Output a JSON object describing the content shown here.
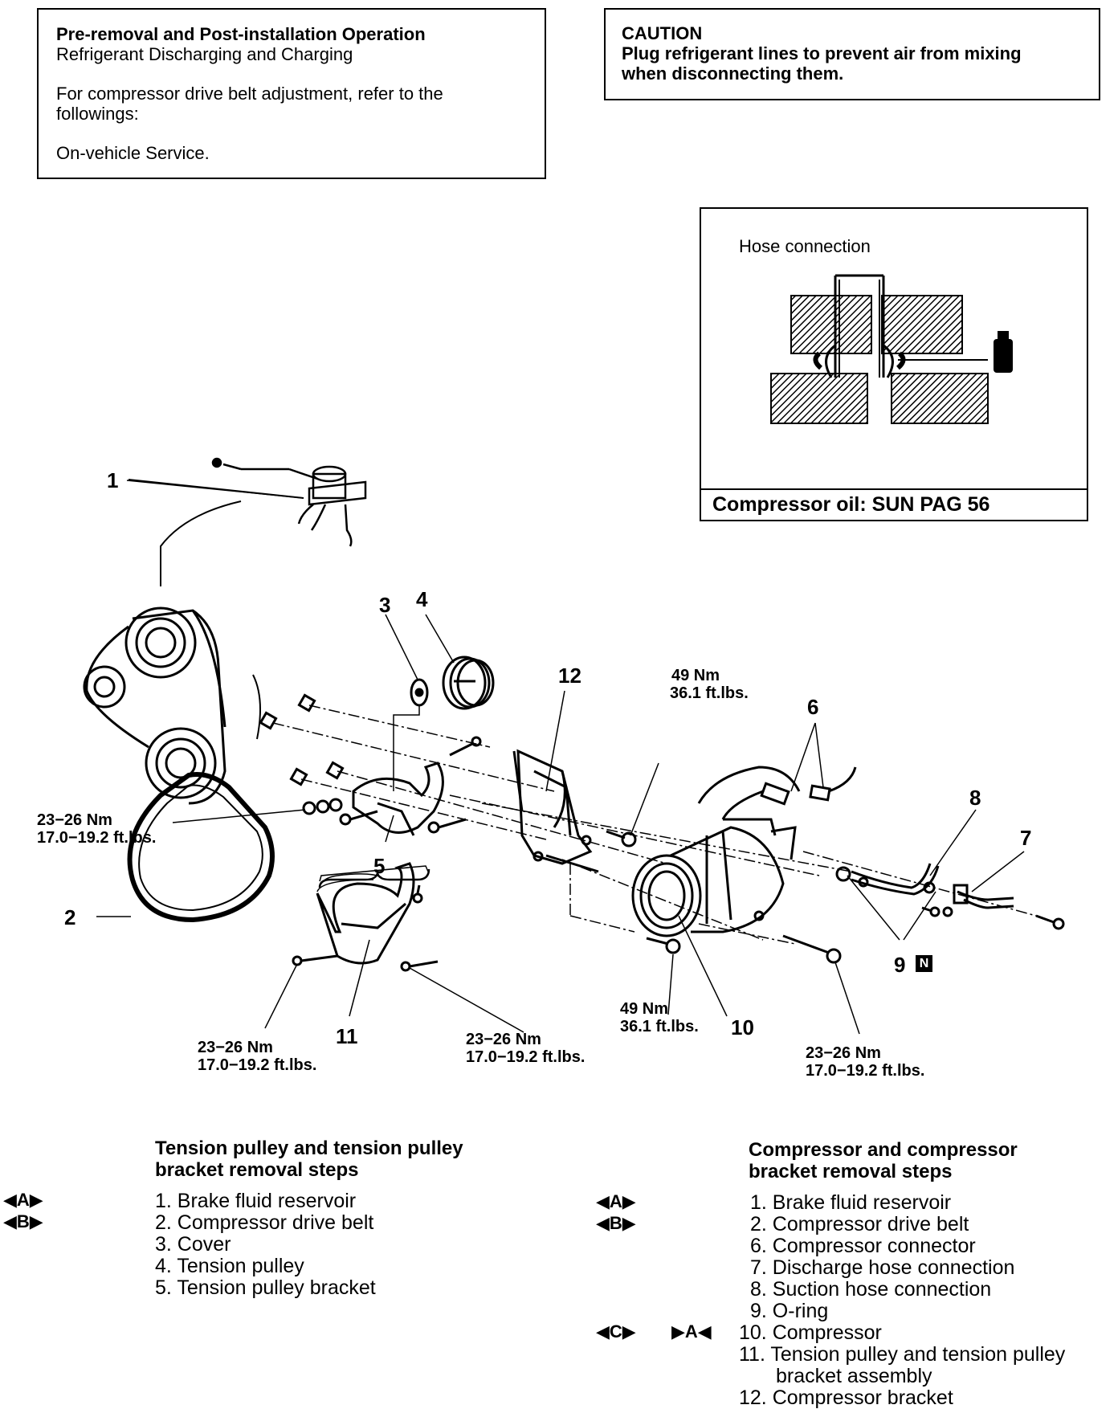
{
  "info_box": {
    "line1": "Pre-removal and Post-installation Operation",
    "line2": "Refrigerant Discharging and Charging",
    "line3": "For compressor drive belt adjustment, refer to the",
    "line4": "followings:",
    "line5": "On-vehicle Service."
  },
  "caution_box": {
    "title": "CAUTION",
    "line1": "Plug refrigerant lines to prevent air from mixing",
    "line2": "when disconnecting them."
  },
  "hose_box": {
    "title": "Hose connection",
    "footer": "Compressor oil: SUN PAG 56"
  },
  "callouts": [
    "1",
    "2",
    "3",
    "4",
    "5",
    "6",
    "7",
    "8",
    "9",
    "10",
    "11",
    "12"
  ],
  "torques": {
    "t_left_nm": "23−26 Nm",
    "t_left_ft": "17.0−19.2 ft.lbs.",
    "t_top_nm": "49 Nm",
    "t_top_ft": "36.1 ft.lbs.",
    "t_b11_nm": "23−26 Nm",
    "t_b11_ft": "17.0−19.2 ft.lbs.",
    "t_bmid_nm": "23−26 Nm",
    "t_bmid_ft": "17.0−19.2 ft.lbs.",
    "t_b10_nm": "49 Nm",
    "t_b10_ft": "36.1 ft.lbs.",
    "t_bright_nm": "23−26 Nm",
    "t_bright_ft": "17.0−19.2 ft.lbs."
  },
  "tension_steps": {
    "title1": "Tension pulley and tension pulley",
    "title2": "bracket removal steps",
    "items": [
      "1. Brake fluid reservoir",
      "2. Compressor drive belt",
      "3. Cover",
      "4. Tension pulley",
      "5. Tension pulley bracket"
    ],
    "marks": [
      "◀A▶",
      "◀B▶"
    ]
  },
  "compressor_steps": {
    "title1": "Compressor and compressor",
    "title2": "bracket removal steps",
    "items": [
      "1. Brake fluid reservoir",
      "2. Compressor drive belt",
      "6. Compressor connector",
      "7. Discharge hose connection",
      "8. Suction hose connection",
      "9. O-ring",
      "10. Compressor",
      "11. Tension pulley and tension pulley",
      "bracket assembly",
      "12. Compressor bracket"
    ],
    "marks": [
      "◀A▶",
      "◀B▶",
      "◀C▶",
      "▶A◀"
    ]
  },
  "badge_n": "N"
}
